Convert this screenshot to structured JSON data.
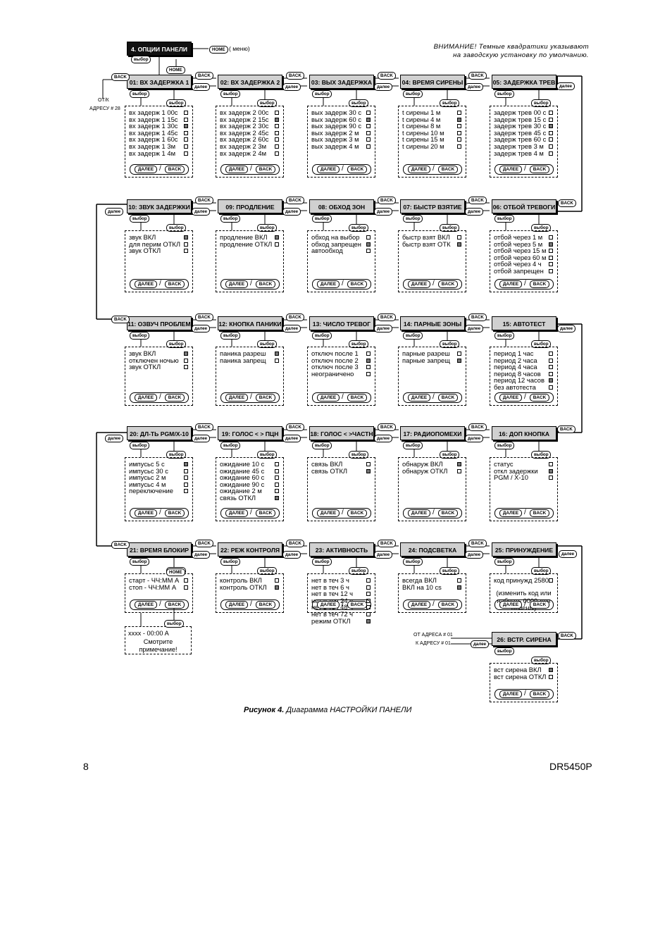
{
  "labels": {
    "select": "выбор",
    "back": "BACK",
    "next": "далее",
    "home": "HOME",
    "menu_note": "( меню)",
    "from_addr28": "ОТ/К",
    "addr28": "АДРЕСУ # 28",
    "from_addr01": "ОТ АДРЕСА # 01",
    "to_addr01": "К  АДРЕСУ # 01",
    "nav_next": "ДАЛЕЕ",
    "nav_back": "BACK",
    "slash": "/"
  },
  "warning": {
    "line1": "ВНИМАНИЕ! Темные квадратики указывают",
    "line2": "на заводскую установку по умолчанию."
  },
  "root_title": "4. ОПЦИИ ПАНЕЛИ",
  "menus": [
    {
      "title": "01: ВХ ЗАДЕРЖКА 1",
      "options": [
        {
          "text": "вх задерж 1 00с",
          "on": false
        },
        {
          "text": "вх задерж 1 15с",
          "on": false
        },
        {
          "text": "вх задерж 1 30с",
          "on": true
        },
        {
          "text": "вх задерж 1 45с",
          "on": false
        },
        {
          "text": "вх задерж 1 60с",
          "on": false
        },
        {
          "text": "вх задерж 1 3м",
          "on": false
        },
        {
          "text": "вх задерж 1 4м",
          "on": false
        }
      ]
    },
    {
      "title": "02: ВХ ЗАДЕРЖКА 2",
      "options": [
        {
          "text": "вх задерж 2 00с",
          "on": false
        },
        {
          "text": "вх задерж 2 15с",
          "on": true
        },
        {
          "text": "вх задерж 2 30с",
          "on": false
        },
        {
          "text": "вх задерж 2 45с",
          "on": false
        },
        {
          "text": "вх задерж 2 60с",
          "on": false
        },
        {
          "text": "вх задерж 2 3м",
          "on": false
        },
        {
          "text": "вх задерж 2 4м",
          "on": false
        }
      ]
    },
    {
      "title": "03: ВЫХ ЗАДЕРЖКА",
      "options": [
        {
          "text": "вых задерж 30 с",
          "on": false
        },
        {
          "text": "вых задерж 60 с",
          "on": true
        },
        {
          "text": "вых задерж 90 с",
          "on": false
        },
        {
          "text": "вых задерж 2 м",
          "on": false
        },
        {
          "text": "вых задерж 3 м",
          "on": false
        },
        {
          "text": "вых задерж 4 м",
          "on": false
        }
      ]
    },
    {
      "title": "04: ВРЕМЯ СИРЕНЫ",
      "options": [
        {
          "text": "t сирены 1 м",
          "on": false
        },
        {
          "text": "t сирены 4 м",
          "on": true
        },
        {
          "text": "t сирены 8 м",
          "on": false
        },
        {
          "text": "t сирены 10 м",
          "on": false
        },
        {
          "text": "t сирены 15 м",
          "on": false
        },
        {
          "text": "t сирены 20 м",
          "on": false
        }
      ]
    },
    {
      "title": "05: ЗАДЕРЖКА ТРЕВ",
      "options": [
        {
          "text": "задерж трев 00 с",
          "on": false
        },
        {
          "text": "задерж трев 15 с",
          "on": false
        },
        {
          "text": "задерж трев 30 с",
          "on": true
        },
        {
          "text": "задерж трев 45 с",
          "on": false
        },
        {
          "text": "задерж трев 60 с",
          "on": false
        },
        {
          "text": "задерж трев 3 м",
          "on": false
        },
        {
          "text": "задерж трев 4 м",
          "on": false
        }
      ]
    },
    {
      "title": "10: ЗВУК ЗАДЕРЖКИ",
      "options": [
        {
          "text": "звук ВКЛ",
          "on": true
        },
        {
          "text": "для перим ОТКЛ",
          "on": false
        },
        {
          "text": "звук ОТКЛ",
          "on": false
        }
      ]
    },
    {
      "title": "09: ПРОДЛЕНИЕ",
      "options": [
        {
          "text": "продление ВКЛ",
          "on": true
        },
        {
          "text": "продление ОТКЛ",
          "on": false
        }
      ]
    },
    {
      "title": "08: ОБХОД ЗОН",
      "options": [
        {
          "text": "обход на выбор",
          "on": false
        },
        {
          "text": "обход запрещен",
          "on": true
        },
        {
          "text": "автообход",
          "on": false
        }
      ]
    },
    {
      "title": "07: БЫСТР ВЗЯТИЕ",
      "options": [
        {
          "text": "быстр взят ВКЛ",
          "on": false
        },
        {
          "text": "быстр взят ОТК",
          "on": true
        }
      ]
    },
    {
      "title": "06: ОТБОЙ ТРЕВОГИ",
      "options": [
        {
          "text": "отбой через 1 м",
          "on": false
        },
        {
          "text": "отбой через 5 м",
          "on": true
        },
        {
          "text": "отбой через 15 м",
          "on": false
        },
        {
          "text": "отбой через 60 м",
          "on": false
        },
        {
          "text": "отбой через 4 ч",
          "on": false
        },
        {
          "text": "отбой запрещен",
          "on": false
        }
      ]
    },
    {
      "title": "11: ОЗВУЧ ПРОБЛЕМ",
      "options": [
        {
          "text": "звук ВКЛ",
          "on": true
        },
        {
          "text": "отключен ночью",
          "on": false
        },
        {
          "text": "звук ОТКЛ",
          "on": false
        }
      ]
    },
    {
      "title": "12: КНОПКА ПАНИКИ",
      "options": [
        {
          "text": "паника разреш",
          "on": true
        },
        {
          "text": "паника запрещ",
          "on": false
        }
      ]
    },
    {
      "title": "13: ЧИСЛО ТРЕВОГ",
      "options": [
        {
          "text": "отключ после 1",
          "on": false
        },
        {
          "text": "отключ после 2",
          "on": true
        },
        {
          "text": "отключ после 3",
          "on": false
        },
        {
          "text": "неограничено",
          "on": false
        }
      ]
    },
    {
      "title": "14: ПАРНЫЕ ЗОНЫ",
      "options": [
        {
          "text": "парные разреш",
          "on": false
        },
        {
          "text": "парные запрещ",
          "on": true
        }
      ]
    },
    {
      "title": "15: АВТОТЕСТ",
      "options": [
        {
          "text": "период 1 час",
          "on": false
        },
        {
          "text": "период 2 часа",
          "on": false
        },
        {
          "text": "период 4 часа",
          "on": false
        },
        {
          "text": "период 8 часов",
          "on": false
        },
        {
          "text": "период 12 часов",
          "on": true
        },
        {
          "text": "без автотеста",
          "on": false
        }
      ]
    },
    {
      "title": "20: ДЛ-ТЬ PGM/X-10",
      "options": [
        {
          "text": "импусьс 5 с",
          "on": true
        },
        {
          "text": "импусьс 30 с",
          "on": false
        },
        {
          "text": "импусьс 2 м",
          "on": false
        },
        {
          "text": "импусьс 4 м",
          "on": false
        },
        {
          "text": "переключение",
          "on": false
        }
      ]
    },
    {
      "title": "19: ГОЛОС < > ПЦН",
      "options": [
        {
          "text": "ожидание 10 с",
          "on": false
        },
        {
          "text": "ожидание 45 с",
          "on": false
        },
        {
          "text": "ожидание 60 с",
          "on": false
        },
        {
          "text": "ожидание 90 с",
          "on": false
        },
        {
          "text": "ожидание 2 м",
          "on": false
        },
        {
          "text": "связь ОТКЛ",
          "on": true
        }
      ]
    },
    {
      "title": "18: ГОЛОС < >ЧАСТН",
      "options": [
        {
          "text": "связь ВКЛ",
          "on": false
        },
        {
          "text": "связь ОТКЛ",
          "on": true
        }
      ]
    },
    {
      "title": "17: РАДИОПОМЕХИ",
      "options": [
        {
          "text": "обнаруж ВКЛ",
          "on": true
        },
        {
          "text": "обнаруж ОТКЛ",
          "on": false
        }
      ]
    },
    {
      "title": "16: ДОП КНОПКА",
      "options": [
        {
          "text": "статус",
          "on": false
        },
        {
          "text": "откл задержки",
          "on": true
        },
        {
          "text": "PGM / X-10",
          "on": false
        }
      ]
    },
    {
      "title": "21: ВРЕМЯ БЛОКИР",
      "options": [
        {
          "text": "старт -  ЧЧ:ММ А",
          "on": false
        },
        {
          "text": "стоп  -  ЧЧ:ММ А",
          "on": false
        }
      ]
    },
    {
      "title": "22: РЕЖ КОНТРОЛЯ",
      "options": [
        {
          "text": "контроль ВКЛ",
          "on": false
        },
        {
          "text": "контроль ОТКЛ",
          "on": true
        }
      ]
    },
    {
      "title": "23: АКТИВНОСТЬ",
      "options": [
        {
          "text": "нет в теч  3    ч",
          "on": false
        },
        {
          "text": "нет в теч  6    ч",
          "on": false
        },
        {
          "text": "нет в теч  12 ч",
          "on": false
        },
        {
          "text": "нет в теч  24 ч",
          "on": false
        },
        {
          "text": "нет в теч  48 ч",
          "on": false
        },
        {
          "text": "нет в теч  72 ч",
          "on": false
        },
        {
          "text": "режим ОТКЛ",
          "on": true
        }
      ]
    },
    {
      "title": "24: ПОДСВЕТКА",
      "options": [
        {
          "text": "всегда ВКЛ",
          "on": false
        },
        {
          "text": "ВКЛ на 10 cs",
          "on": true
        }
      ]
    },
    {
      "title": "25: ПРИНУЖДЕНИЕ",
      "options": [
        {
          "text": "код принужд  2580",
          "on": false
        }
      ],
      "note": "(изменить код или набрать 0000 для отмены)"
    },
    {
      "title": "26: ВСТР. СИРЕНА",
      "options": [
        {
          "text": "вст сирена ВКЛ",
          "on": true
        },
        {
          "text": "вст сирена ОТКЛ",
          "on": false
        }
      ]
    }
  ],
  "sub21": {
    "line1": "xxxx  -       00:00 A",
    "line2": "Смотрите примечание!"
  },
  "caption": {
    "bold": "Рисунок 4.",
    "text": " Диаграмма НАСТРОЙКИ ПАНЕЛИ"
  },
  "footer": {
    "page": "8",
    "model": "DR5450P"
  }
}
